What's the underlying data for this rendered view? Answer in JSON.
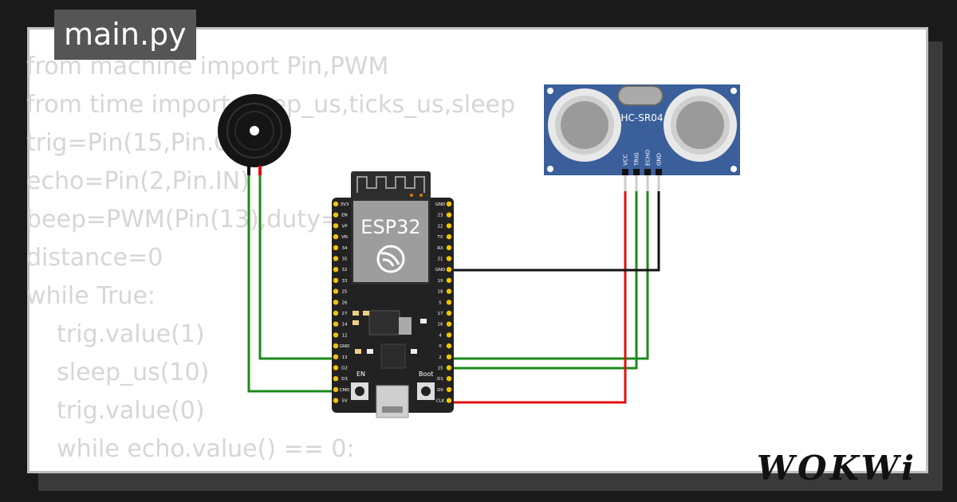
{
  "file_tab": {
    "label": "main.py"
  },
  "code_lines": [
    "from machine import Pin,PWM",
    "from time import sleep_us,ticks_us,sleep",
    "trig=Pin(15,Pin.OUT)",
    "echo=Pin(2,Pin.IN)",
    "beep=PWM(Pin(13),duty=",
    "distance=0",
    "while True:",
    "    trig.value(1)",
    "    sleep_us(10)",
    "    trig.value(0)",
    "    while echo.value() == 0:"
  ],
  "esp32": {
    "label": "ESP32",
    "en_label": "EN",
    "boot_label": "Boot",
    "left_pins": [
      "3V3",
      "EN",
      "VP",
      "VN",
      "34",
      "35",
      "32",
      "33",
      "25",
      "26",
      "27",
      "14",
      "12",
      "GND",
      "13",
      "D2",
      "D3",
      "CMD",
      "5V"
    ],
    "right_pins": [
      "GND",
      "23",
      "22",
      "TX",
      "RX",
      "21",
      "GND",
      "19",
      "18",
      "5",
      "17",
      "16",
      "4",
      "0",
      "2",
      "15",
      "D1",
      "D0",
      "CLK"
    ]
  },
  "sensor": {
    "label": "HC-SR04",
    "pins": [
      "VCC",
      "TRIG",
      "ECHO",
      "GND"
    ]
  },
  "logo": {
    "text": "WOKWi"
  },
  "colors": {
    "wire_green": "#1c8a1c",
    "wire_red": "#e01010",
    "wire_black": "#111111",
    "board": "#222222",
    "sensor_pcb": "#3a5f9a",
    "header_pin": "#f2c400"
  }
}
